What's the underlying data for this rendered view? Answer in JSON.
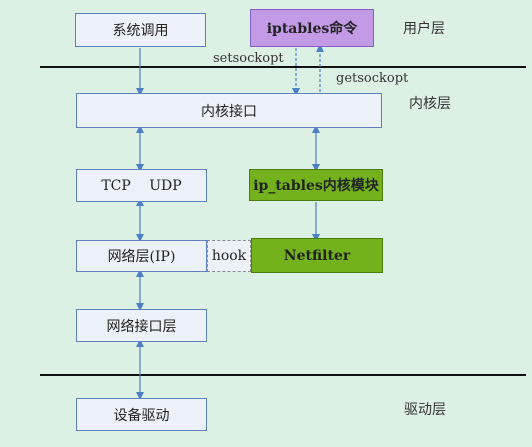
{
  "boxes": {
    "syscall": "系统调用",
    "iptables_cmd": "iptables命令",
    "kernel_interface": "内核接口",
    "tcp_udp": "TCP UDP",
    "ip_tables_module": "ip_tables内核模块",
    "network_layer": "网络层(IP)",
    "hook": "hook",
    "netfilter": "Netfilter",
    "net_interface_layer": "网络接口层",
    "device_driver": "设备驱动"
  },
  "labels": {
    "setsockopt": "setsockopt",
    "getsockopt": "getsockopt"
  },
  "layers": {
    "user": "用户层",
    "kernel": "内核层",
    "driver": "驱动层"
  },
  "colors": {
    "background": "#ddf0e4",
    "box_fill": "#ecf1f8",
    "box_border": "#5b82bd",
    "purple": "#c39ae6",
    "green": "#73b21c",
    "arrow": "#4d7fc4"
  }
}
